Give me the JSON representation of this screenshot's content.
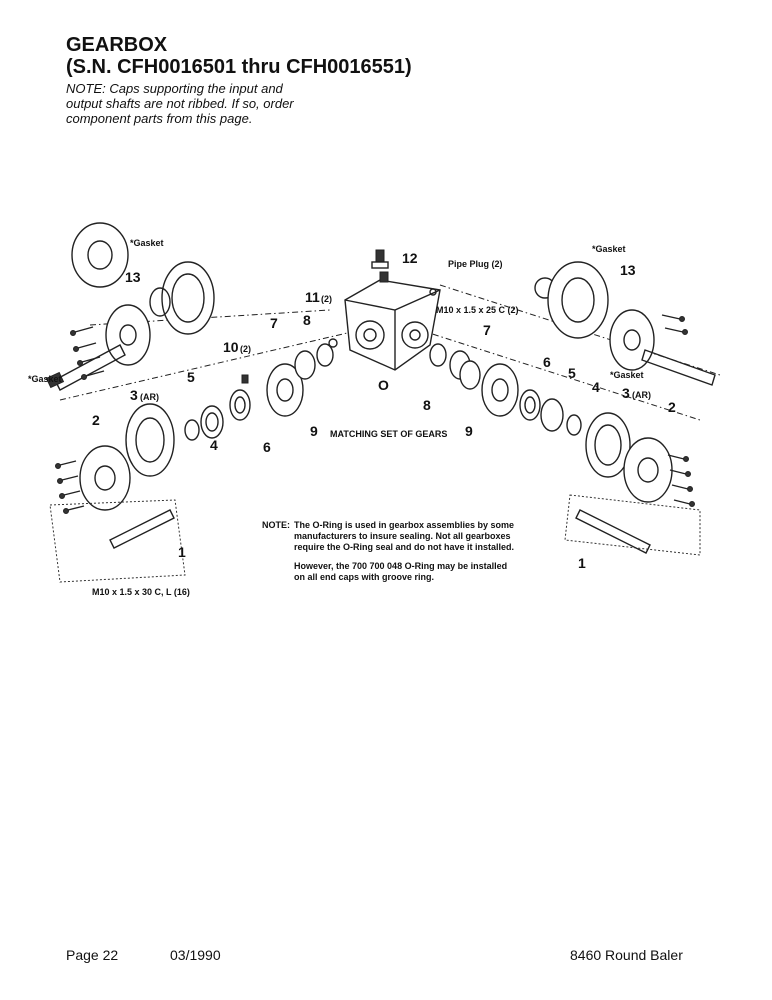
{
  "header": {
    "title": "GEARBOX",
    "subtitle": "(S.N. CFH0016501 thru CFH0016551)",
    "note_lines": [
      "NOTE:  Caps supporting the input and",
      "output shafts are not ribbed.  If so, order",
      "component parts from this page."
    ]
  },
  "diagram": {
    "labels": {
      "gasket_tl": "*Gasket",
      "gasket_tr": "*Gasket",
      "gasket_ml": "*Gasket",
      "gasket_mr": "*Gasket",
      "n13_left": "13",
      "n13_right": "13",
      "n12": "12",
      "pipe_plug": "Pipe Plug (2)",
      "n11": "11",
      "n11_qty": "(2)",
      "m10_25": "M10 x 1.5 x 25 C (2)",
      "n7_left": "7",
      "n7_right": "7",
      "n8_left": "8",
      "n8_right": "8",
      "n10": "10",
      "n10_qty": "(2)",
      "n5_left": "5",
      "n5_right": "5",
      "n3_left": "3",
      "n3_left_qty": "(AR)",
      "n3_right": "3",
      "n3_right_qty": "(AR)",
      "n2_left": "2",
      "n2_right": "2",
      "n6_left": "6",
      "n6_right": "6",
      "n4_left": "4",
      "n4_right": "4",
      "n9_left": "9",
      "n9_right": "9",
      "matching": "MATCHING SET OF GEARS",
      "n1_left": "1",
      "n1_right": "1",
      "m10_30": "M10 x 1.5 x 30 C, L (16)",
      "small_o": "O"
    },
    "note": {
      "prefix": "NOTE:",
      "lines": [
        "The O-Ring is used in gearbox assemblies by some",
        "manufacturers to insure sealing. Not all gearboxes",
        "require the O-Ring seal and do not have it installed."
      ],
      "lines2": [
        "However, the  700 700 048 O-Ring may be installed",
        "on all end caps with groove ring."
      ]
    }
  },
  "footer": {
    "page": "Page 22",
    "date": "03/1990",
    "product": "8460 Round Baler"
  }
}
